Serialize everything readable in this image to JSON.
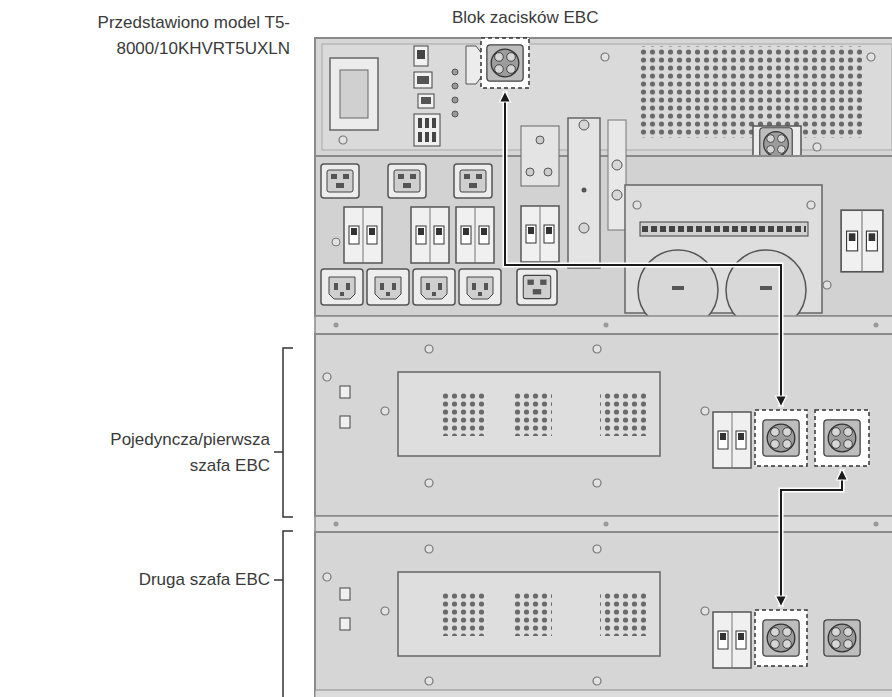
{
  "diagram": {
    "nodes": [
      {
        "text": [
          "Przedstawiono model T5-8000/10KHVRT5UXLN"
        ]
      },
      {
        "text": [
          "Blok zacisków EBC"
        ],
        "in": 0
      },
      {
        "text": [
          "Pojedyncza/pierwsza szafa EBC"
        ]
      },
      {
        "text": [
          "Druga szafa EBC"
        ]
      }
    ],
    "edges": [
      {
        "from": 1,
        "to": 2,
        "arrow": "both"
      },
      {
        "from": 2,
        "to": 3,
        "arrow": "both"
      }
    ]
  }
}
